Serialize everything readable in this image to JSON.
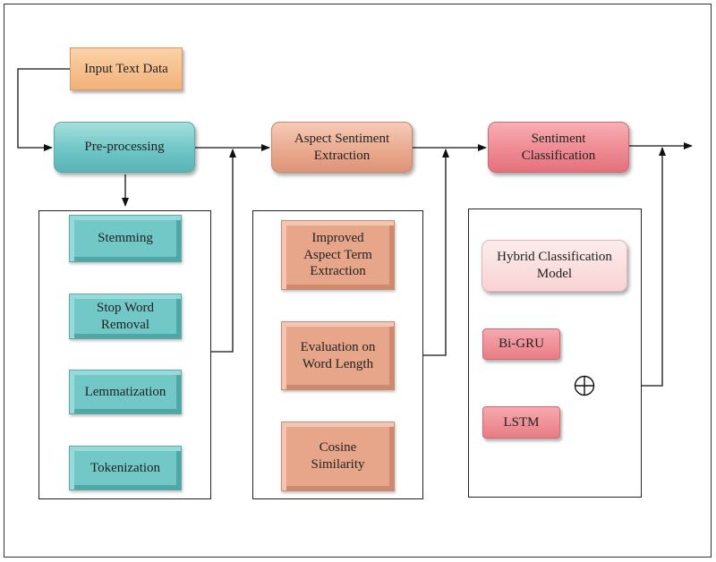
{
  "nodes": {
    "input_text_data": "Input Text Data",
    "pre_processing": "Pre-processing",
    "aspect_sentiment_extraction": "Aspect Sentiment Extraction",
    "sentiment_classification": "Sentiment Classification",
    "stemming": "Stemming",
    "stop_word_removal": "Stop Word Removal",
    "lemmatization": "Lemmatization",
    "tokenization": "Tokenization",
    "improved_aspect_term_extraction": "Improved Aspect Term Extraction",
    "evaluation_on_word_length": "Evaluation on Word Length",
    "cosine_similarity": "Cosine Similarity",
    "hybrid_classification_model": "Hybrid Classification Model",
    "bi_gru": "Bi-GRU",
    "lstm": "LSTM"
  },
  "colors": {
    "input": "#f2b17a",
    "preprocessing": "#6fc6c6",
    "extraction": "#e9a78c",
    "classification": "#ef8a92",
    "hybrid": "#f8d3d4",
    "lines": "#111111"
  },
  "icons": {
    "sum_node": "circle-plus-icon"
  }
}
